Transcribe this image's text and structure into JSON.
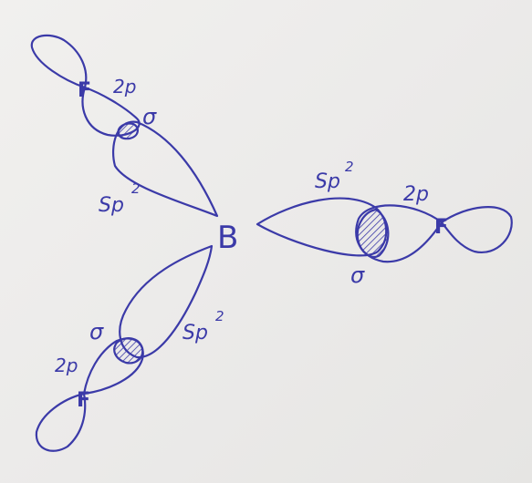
{
  "colors": {
    "ink": "#3b3aa8",
    "paper": "#eceae8"
  },
  "atoms": {
    "center": "B",
    "right": "F",
    "top": "F",
    "bottom": "F"
  },
  "labels": {
    "right_hybrid": "Sp",
    "right_hybrid_sup": "2",
    "right_p": "2p",
    "right_sigma": "σ",
    "top_hybrid": "Sp",
    "top_hybrid_sup": "2",
    "top_p": "2p",
    "top_sigma": "σ",
    "bottom_hybrid": "Sp",
    "bottom_hybrid_sup": "2",
    "bottom_p": "2p",
    "bottom_sigma": "σ"
  }
}
